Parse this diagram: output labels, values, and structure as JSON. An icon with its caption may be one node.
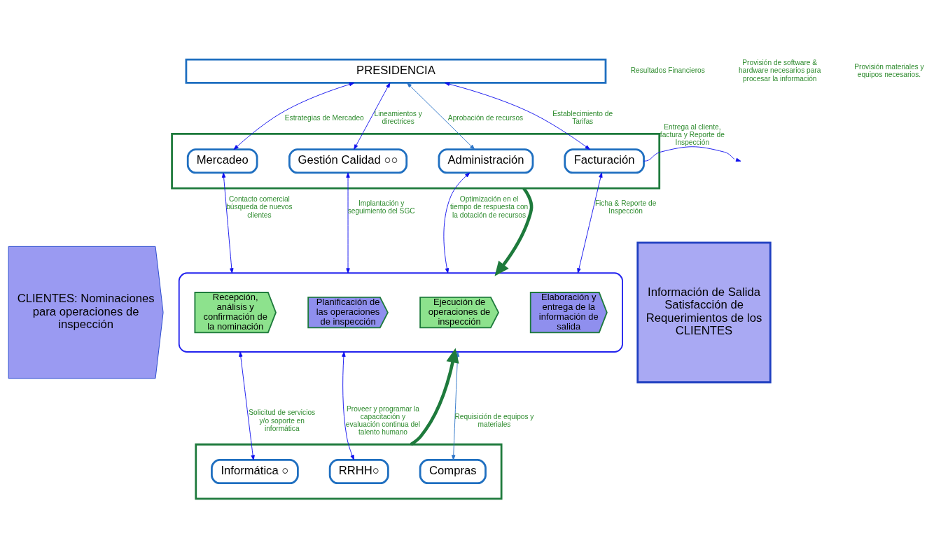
{
  "diagram": {
    "nodes": [
      {
        "text": [
          "CLIENTES: Nominaciones para operaciones de inspección"
        ]
      },
      {
        "text": [
          "PRESIDENCIA"
        ]
      },
      {
        "text": [],
        "shape": "box"
      },
      {
        "text": [
          "Mercadeo"
        ],
        "in": 2
      },
      {
        "text": [
          "Gestión Calidad ○○"
        ],
        "in": 2
      },
      {
        "text": [
          "Administración"
        ],
        "in": 2
      },
      {
        "text": [
          "Facturación"
        ],
        "in": 2
      },
      {
        "text": [],
        "shape": "box"
      },
      {
        "text": [
          "Recepción, análisis y confirmación de la nominación"
        ],
        "in": 7
      },
      {
        "text": [
          "Planificación de las operaciones de inspección"
        ],
        "in": 7
      },
      {
        "text": [
          "Ejecución de operaciones de inspección"
        ],
        "in": 7
      },
      {
        "text": [
          "Elaboración y entrega de la información de salida"
        ],
        "in": 7
      },
      {
        "text": [],
        "shape": "box"
      },
      {
        "text": [
          "Informática ○"
        ],
        "in": 12
      },
      {
        "text": [
          "RRHH○"
        ],
        "in": 12
      },
      {
        "text": [
          "Compras"
        ],
        "in": 12
      },
      {
        "text": [
          "Información de Salida Satisfacción de Requerimientos de los CLIENTES"
        ]
      }
    ],
    "edges": [
      {
        "from": 1,
        "to": 3,
        "arrow": "both",
        "label": "Estrategias de Mercadeo"
      },
      {
        "from": 1,
        "to": 4,
        "arrow": "both",
        "label": "Lineamientos y directrices"
      },
      {
        "from": 1,
        "to": 5,
        "arrow": "both",
        "label": "Aprobación de recursos",
        "color": "#2e75c8"
      },
      {
        "from": 1,
        "to": 6,
        "arrow": "both",
        "label": "Establecimiento de Tarifas"
      },
      {
        "from": 6,
        "to": null,
        "arrow": "to",
        "label": "Entrega al cliente, factura y Reporte de Inspección"
      },
      {
        "from": 3,
        "to": 7,
        "arrow": "both",
        "label": "Contacto comercial búsqueda de nuevos clientes"
      },
      {
        "from": 4,
        "to": 7,
        "arrow": "both",
        "label": "Implantación y seguimiento del SGC"
      },
      {
        "from": 5,
        "to": 7,
        "arrow": "both",
        "label": "Optimización en el tiempo de respuesta con la dotación de recursos"
      },
      {
        "from": 6,
        "to": 7,
        "arrow": "both",
        "label": "Ficha & Reporte de Inspección"
      },
      {
        "from": 2,
        "to": 7,
        "arrow": "to",
        "style": "thick",
        "color": "#1e7a3c"
      },
      {
        "from": 7,
        "to": 13,
        "arrow": "both",
        "label": "Solicitud de servicios y/o soporte en informática"
      },
      {
        "from": 7,
        "to": 14,
        "arrow": "both",
        "label": "Proveer y programar la capacitación y evaluación continua del talento humano"
      },
      {
        "from": 7,
        "to": 15,
        "arrow": "both",
        "label": "Requisición de equipos y materiales",
        "color": "#2e75c8"
      },
      {
        "from": 12,
        "to": 7,
        "arrow": "to",
        "style": "thick",
        "color": "#1e7a3c"
      }
    ],
    "labels": [
      "Resultados Financieros",
      "Provisión de software & hardware necesarios para procesar la información",
      "Provisión materiales y equipos necesarios."
    ]
  }
}
